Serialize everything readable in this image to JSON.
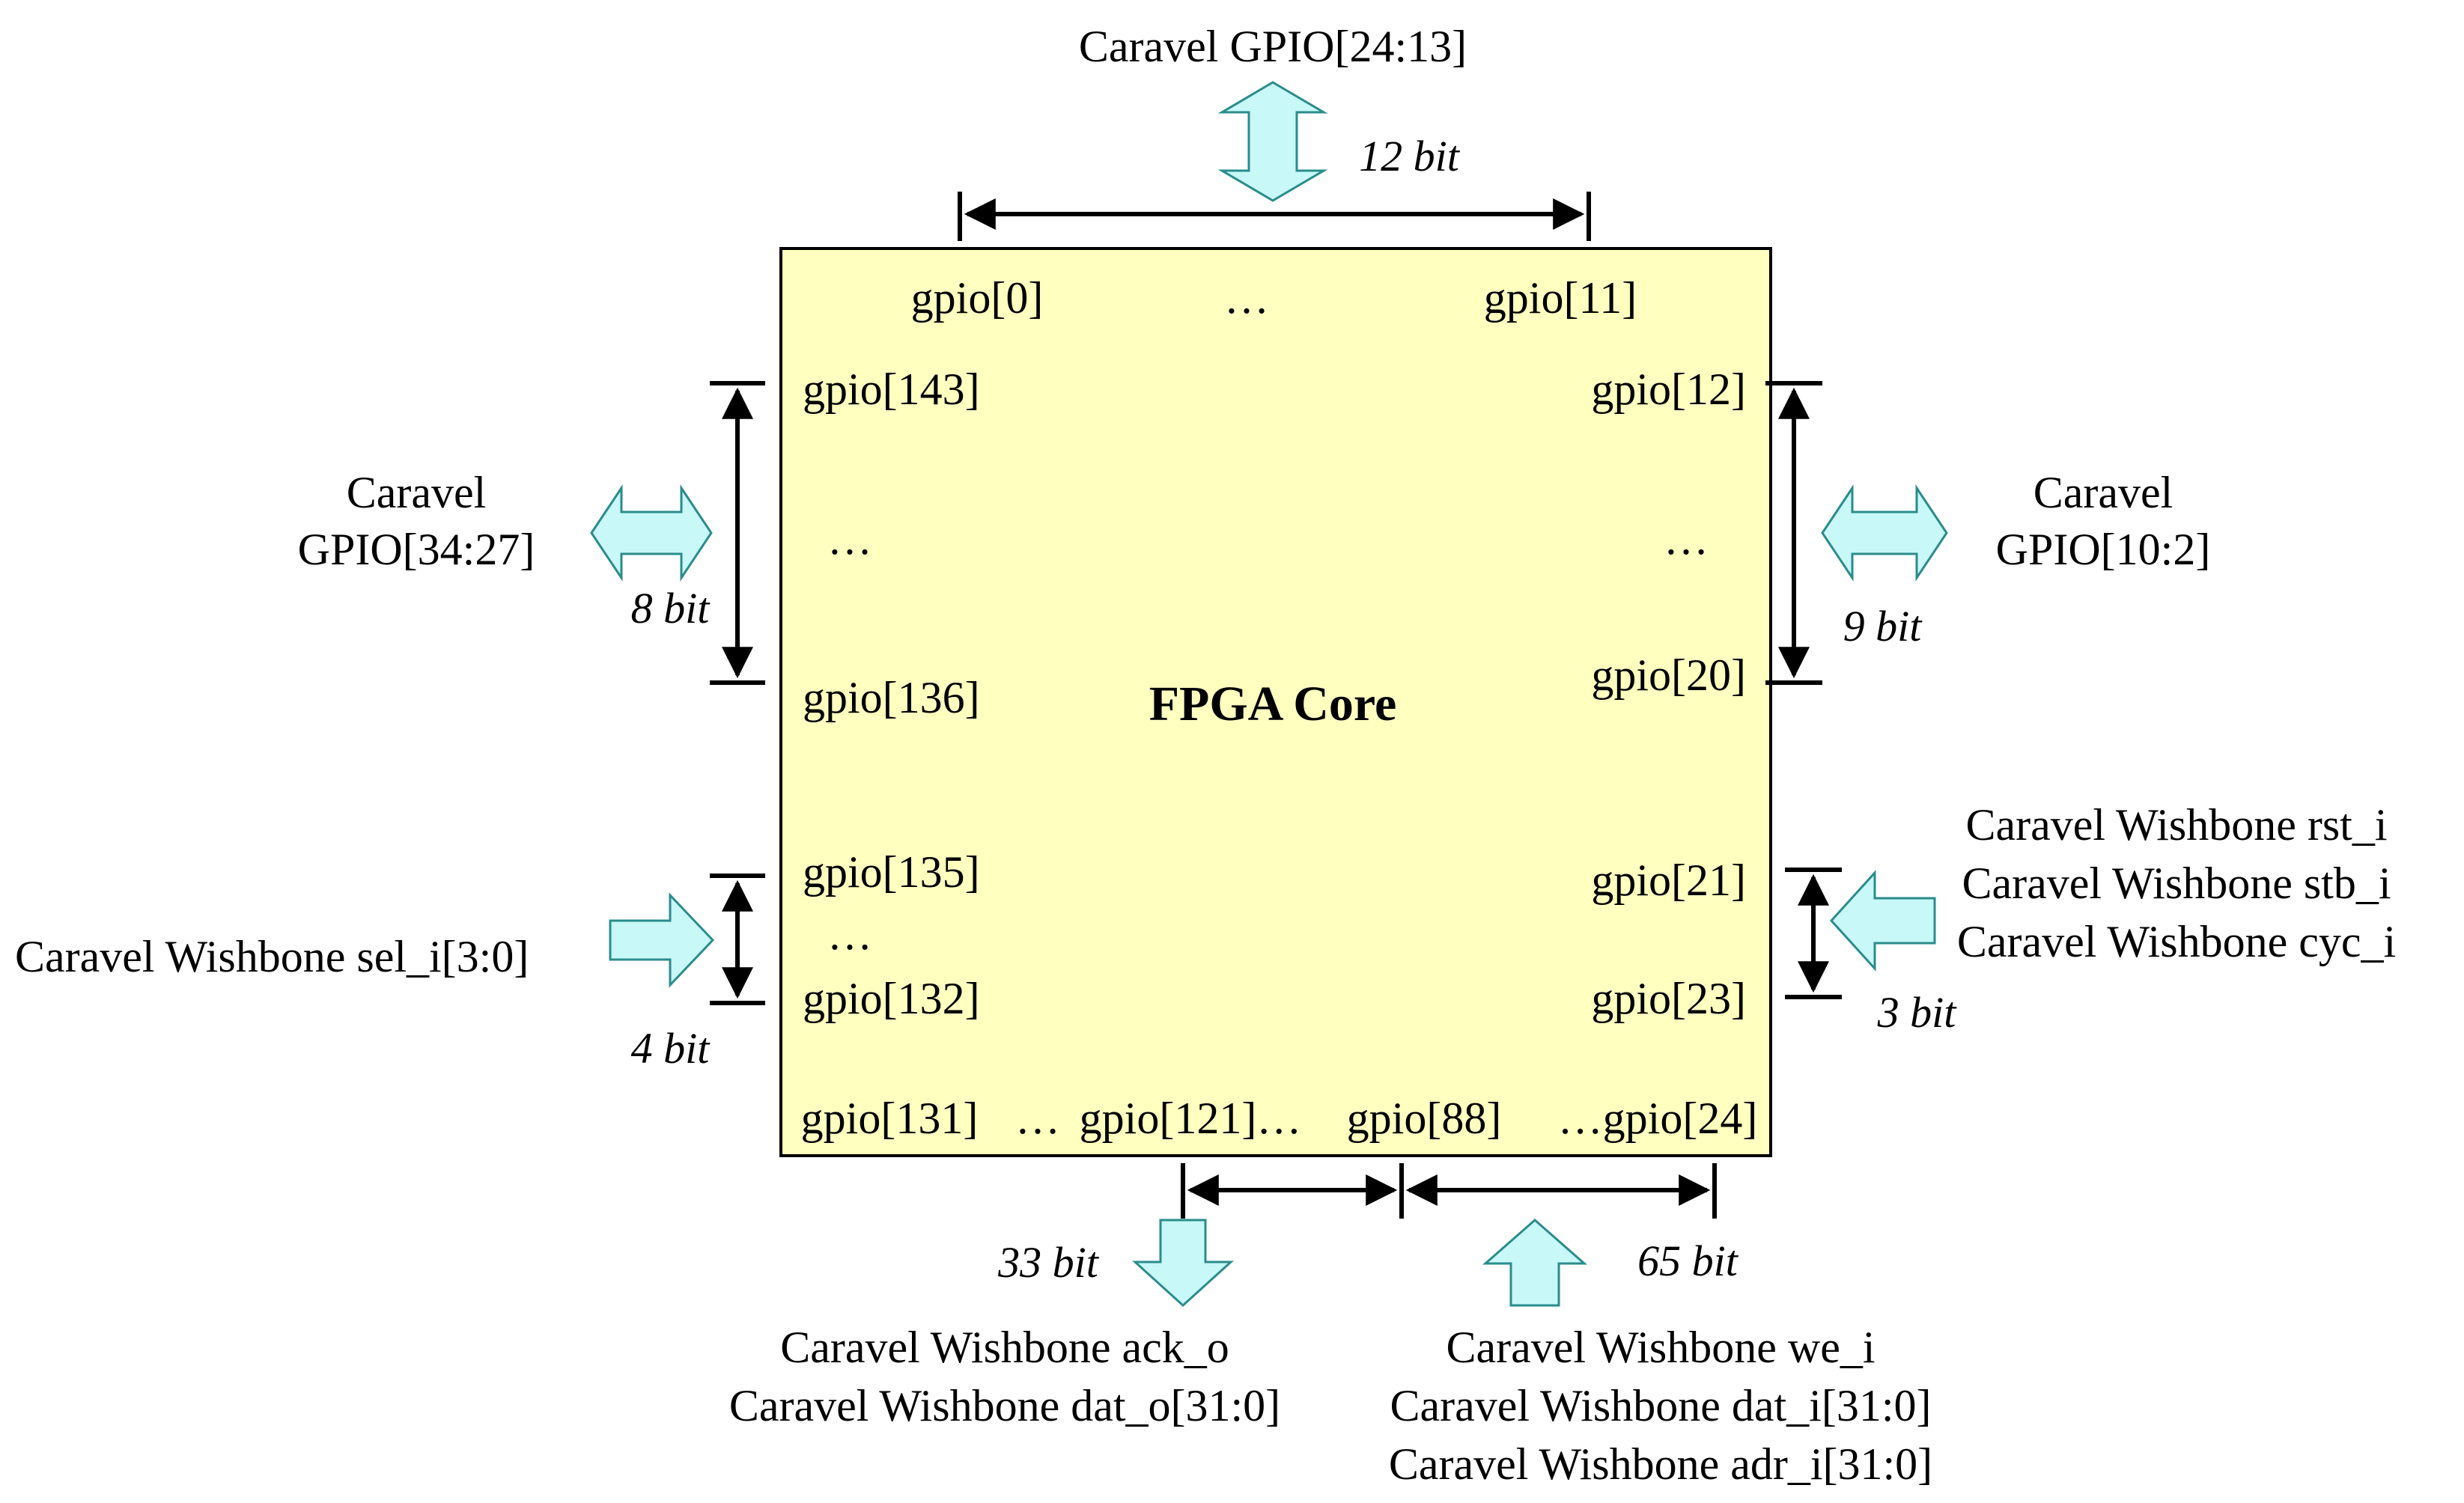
{
  "core": {
    "title": "FPGA Core",
    "fill_color": "#ffffc0"
  },
  "colors": {
    "arrow_fill": "#c8f8f8",
    "arrow_stroke": "#2b8c8c",
    "line": "#000000"
  },
  "top": {
    "external": "Caravel GPIO[24:13]",
    "bits": "12 bit",
    "pins": [
      "gpio[0]",
      "…",
      "gpio[11]"
    ]
  },
  "left_upper": {
    "external_line1": "Caravel",
    "external_line2": "GPIO[34:27]",
    "bits": "8 bit",
    "pins": [
      "gpio[143]",
      "…",
      "gpio[136]"
    ]
  },
  "right_upper": {
    "external_line1": "Caravel",
    "external_line2": "GPIO[10:2]",
    "bits": "9 bit",
    "pins": [
      "gpio[12]",
      "…",
      "gpio[20]"
    ]
  },
  "left_lower": {
    "external": "Caravel Wishbone sel_i[3:0]",
    "bits": "4 bit",
    "pins": [
      "gpio[135]",
      "…",
      "gpio[132]"
    ]
  },
  "right_lower": {
    "external": [
      "Caravel Wishbone rst_i",
      "Caravel Wishbone stb_i",
      "Caravel Wishbone cyc_i"
    ],
    "bits": "3 bit",
    "pins": [
      "gpio[21]",
      "gpio[23]"
    ]
  },
  "bottom": {
    "pins": [
      "gpio[131]",
      "…",
      "gpio[121]…",
      "gpio[88]",
      "…gpio[24]"
    ],
    "left_bits": "33 bit",
    "left_external": [
      "Caravel Wishbone ack_o",
      "Caravel Wishbone dat_o[31:0]"
    ],
    "right_bits": "65 bit",
    "right_external": [
      "Caravel Wishbone we_i",
      "Caravel Wishbone dat_i[31:0]",
      "Caravel Wishbone adr_i[31:0]"
    ]
  }
}
